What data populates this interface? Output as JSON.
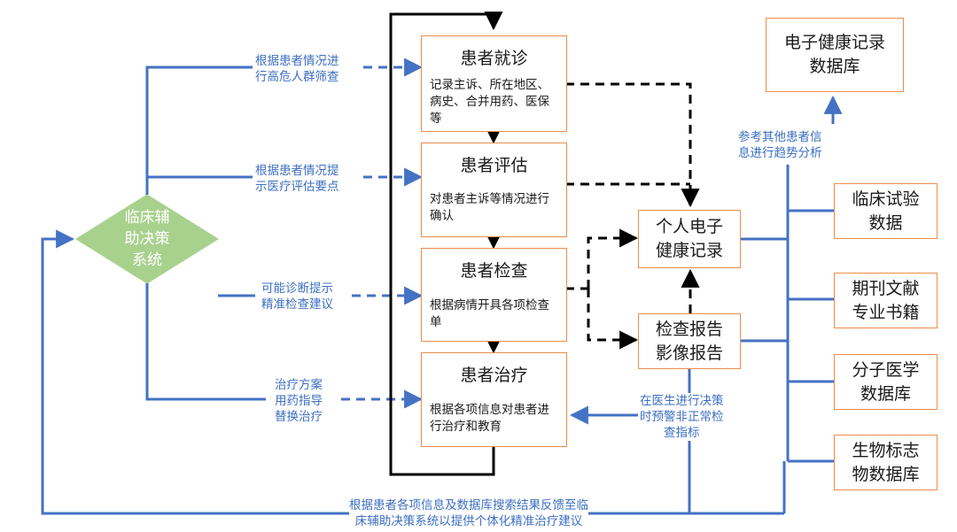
{
  "diamond": {
    "label": "临床辅\n助决策\n系统",
    "fill": "#A9D18E"
  },
  "steps": [
    {
      "title": "患者就诊",
      "desc": "记录主诉、所在地区、病史、合并用药、医保等"
    },
    {
      "title": "患者评估",
      "desc": "对患者主诉等情况进行确认"
    },
    {
      "title": "患者检查",
      "desc": "根据病情开具各项检查单"
    },
    {
      "title": "患者治疗",
      "desc": "根据各项信息对患者进行治疗和教育"
    }
  ],
  "middle": {
    "ehr": "个人电子\n健康记录",
    "report": "检查报告\n影像报告"
  },
  "right": {
    "ehr_db": "电子健康记录\n数据库",
    "items": [
      "临床试验\n数据",
      "期刊文献\n专业书籍",
      "分子医学\n数据库",
      "生物标志\n物数据库"
    ]
  },
  "notes": {
    "screen": "根据患者情况进\n行高危人群筛查",
    "assess": "根据患者情况提\n示医疗评估要点",
    "diagnose": "可能诊断提示\n精准检查建议",
    "treat": "治疗方案\n用药指导\n替换治疗",
    "trend": "参考其他患者信\n息进行趋势分析",
    "alert": "在医生进行决策\n时预警非正常检\n查指标",
    "feedback": "根据患者各项信息及数据库搜索结果反馈至临\n床辅助决策系统以提供个体化精准治疗建议"
  },
  "colors": {
    "box_border": "#ED8C4A",
    "blue_line": "#4472C4",
    "blue_text": "#3D6FC2",
    "black_line": "#000000"
  }
}
